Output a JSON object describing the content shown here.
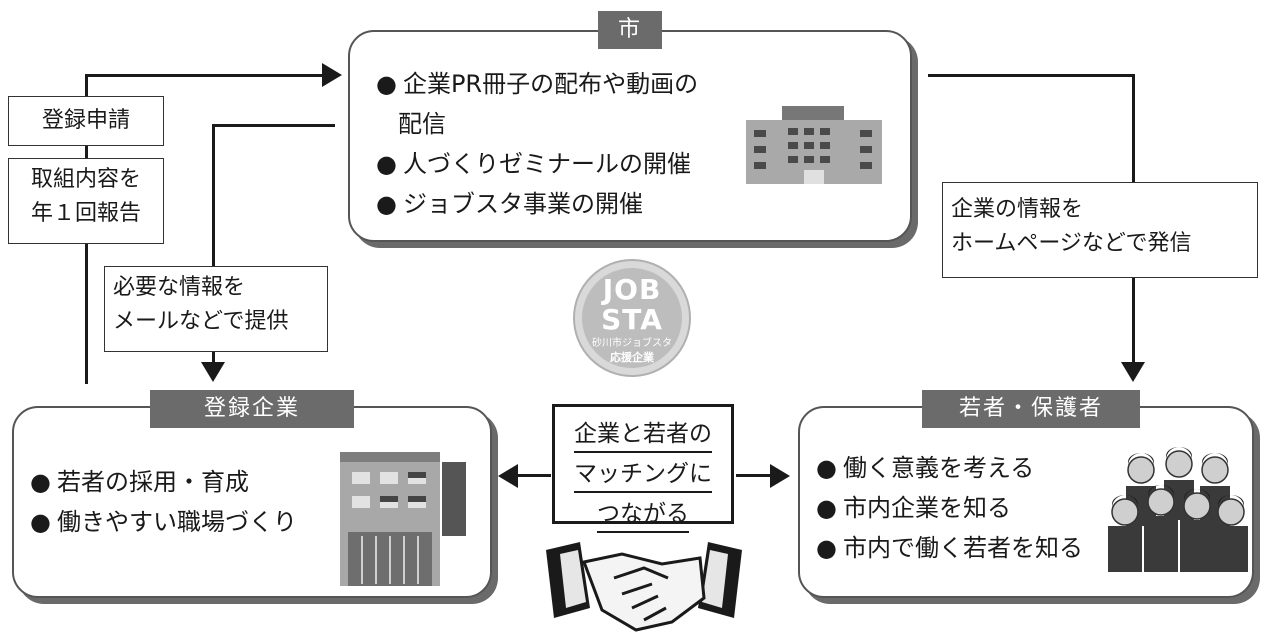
{
  "city": {
    "tag": "市",
    "items": [
      "企業PR冊子の配布や動画の",
      "配信",
      "人づくりゼミナールの開催",
      "ジョブスタ事業の開催"
    ]
  },
  "company": {
    "tag": "登録企業",
    "items": [
      "若者の採用・育成",
      "働きやすい職場づくり"
    ]
  },
  "youth": {
    "tag": "若者・保護者",
    "items": [
      "働く意義を考える",
      "市内企業を知る",
      "市内で働く若者を知る"
    ]
  },
  "labels": {
    "registration": "登録申請",
    "report_line1": "取組内容を",
    "report_line2": "年１回報告",
    "provide_line1": "必要な情報を",
    "provide_line2": "メールなどで提供",
    "web_line1": "企業の情報を",
    "web_line2": "ホームページなどで発信"
  },
  "matching": {
    "line1": "企業と若者の",
    "line2": "マッチングに",
    "line3": "つながる"
  },
  "badge": {
    "line1": "JOB",
    "line2": "STA",
    "line3": "砂川市ジョブスタ",
    "line4": "応援企業"
  },
  "icons": [
    "city-hall-building-icon",
    "company-building-icon",
    "crowd-of-young-people-icon",
    "handshake-icon"
  ]
}
